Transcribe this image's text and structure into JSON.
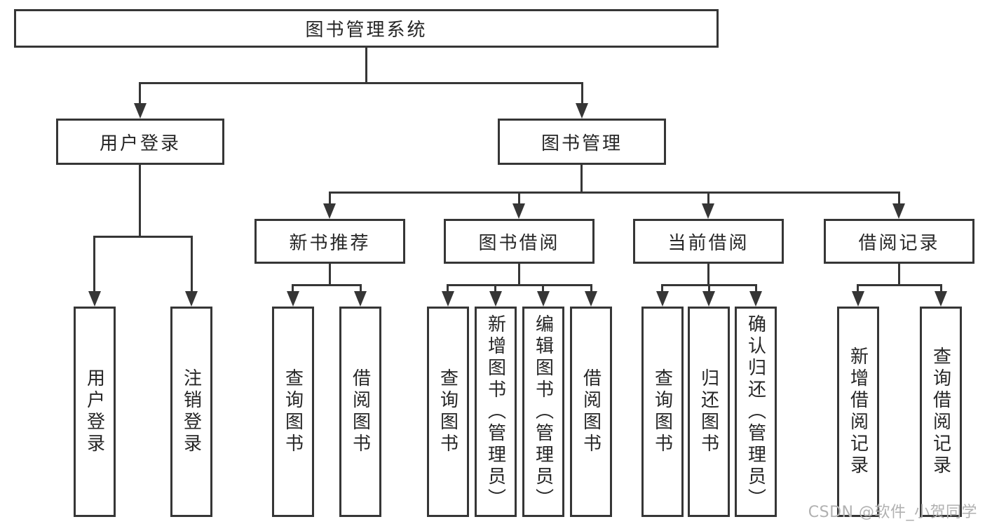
{
  "diagram": {
    "type": "org-hierarchy",
    "title": "图书管理系统"
  },
  "tree": {
    "label": "图书管理系统",
    "children": [
      {
        "label": "用户登录",
        "children": [
          {
            "label": "用户登录"
          },
          {
            "label": "注销登录"
          }
        ]
      },
      {
        "label": "图书管理",
        "children": [
          {
            "label": "新书推荐",
            "children": [
              {
                "label": "查询图书"
              },
              {
                "label": "借阅图书"
              }
            ]
          },
          {
            "label": "图书借阅",
            "children": [
              {
                "label": "查询图书"
              },
              {
                "label": "新增图书（管理员）"
              },
              {
                "label": "编辑图书（管理员）"
              },
              {
                "label": "借阅图书"
              }
            ]
          },
          {
            "label": "当前借阅",
            "children": [
              {
                "label": "查询图书"
              },
              {
                "label": "归还图书"
              },
              {
                "label": "确认归还（管理员）"
              }
            ]
          },
          {
            "label": "借阅记录",
            "children": [
              {
                "label": "新增借阅记录"
              },
              {
                "label": "查询借阅记录"
              }
            ]
          }
        ]
      }
    ]
  },
  "watermark": {
    "text": "CSDN @软件_小贺同学"
  },
  "colors": {
    "line": "#363636",
    "text": "#262626",
    "watermark": "#b1b1b1",
    "background": "#ffffff"
  }
}
